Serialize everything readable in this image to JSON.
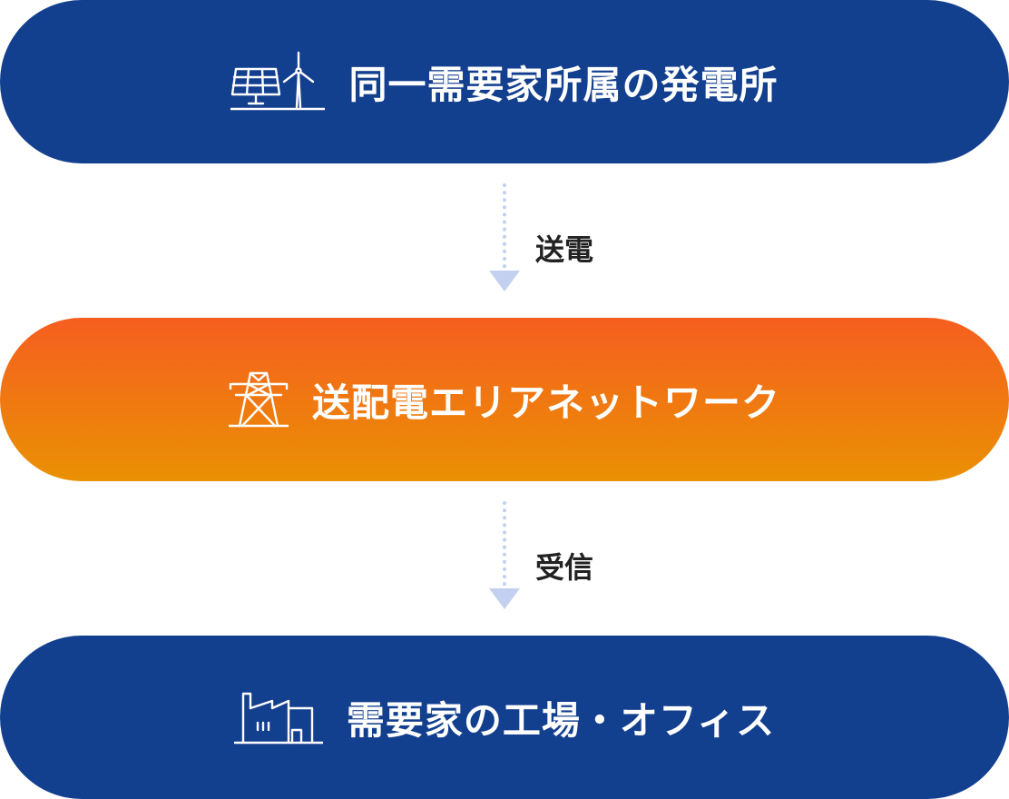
{
  "steps": [
    {
      "label": "同一需要家所属の発電所",
      "icon": "solar-panel-wind-turbine-icon",
      "color": "#133f8f"
    },
    {
      "label": "送配電エリアネットワーク",
      "icon": "transmission-tower-icon",
      "color_top": "#f65e20",
      "color_bottom": "#ea9103"
    },
    {
      "label": "需要家の工場・オフィス",
      "icon": "factory-icon",
      "color": "#133f8f"
    }
  ],
  "connectors": [
    {
      "label": "送電"
    },
    {
      "label": "受信"
    }
  ],
  "arrow_color": "#c4d0f0"
}
